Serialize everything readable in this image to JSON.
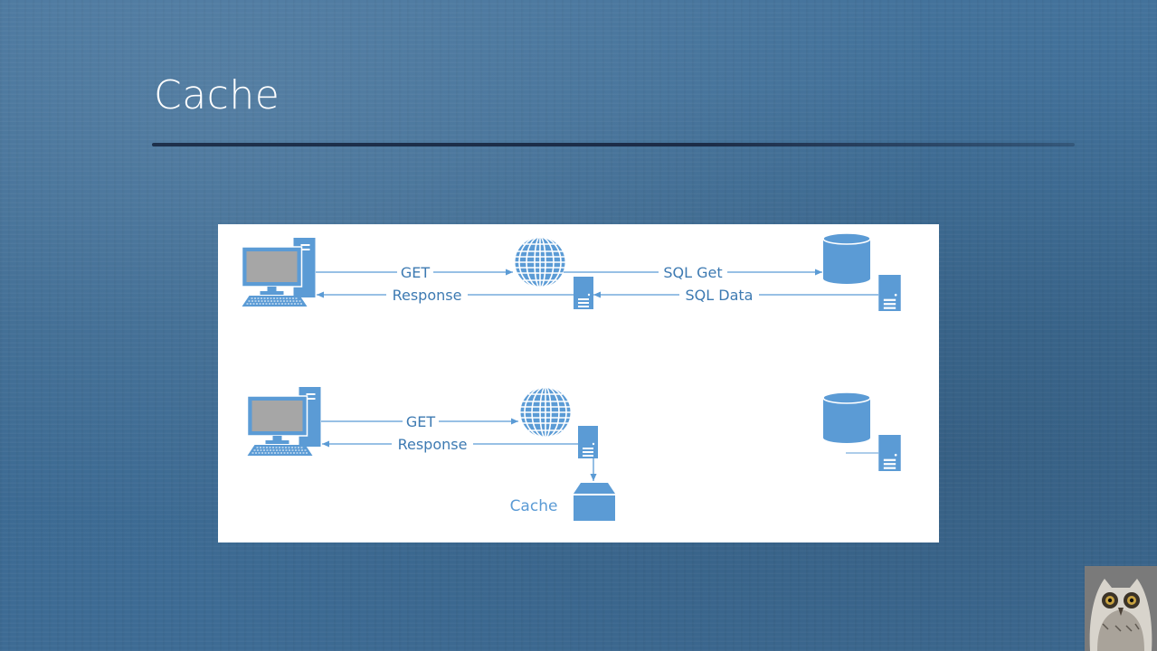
{
  "slide": {
    "title": "Cache"
  },
  "diagram": {
    "top_flow": {
      "request_label": "GET",
      "response_label": "Response",
      "sql_request_label": "SQL Get",
      "sql_response_label": "SQL Data"
    },
    "bottom_flow": {
      "request_label": "GET",
      "response_label": "Response",
      "cache_label": "Cache"
    }
  },
  "colors": {
    "background": "#3f6e97",
    "title_text": "#ffffff",
    "rule": "#1c2c47",
    "panel": "#ffffff",
    "shape_fill": "#5b9bd5",
    "connector": "#5b9bd5",
    "label_text": "#3d7ab2"
  }
}
